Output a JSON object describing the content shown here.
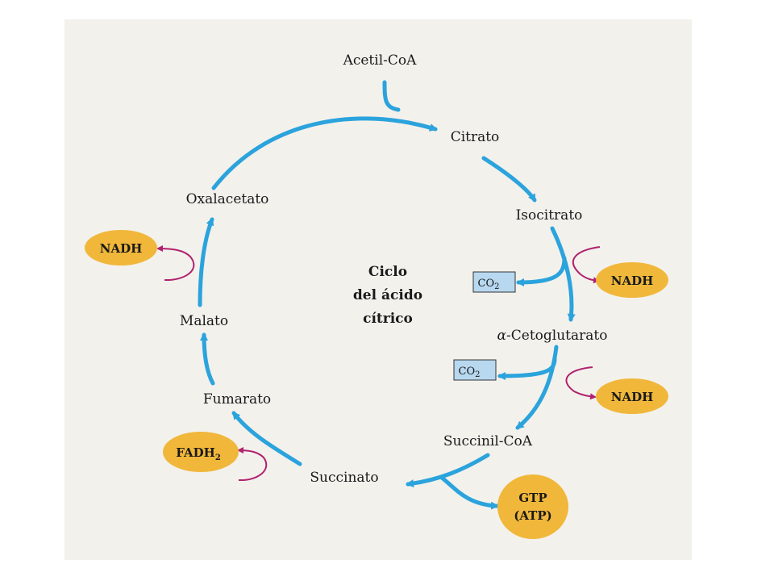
{
  "title_lines": [
    "Ciclo",
    "del ácido",
    "cítrico"
  ],
  "metabolites": {
    "acetilcoa": "Acetil-CoA",
    "citrato": "Citrato",
    "isocitrato": "Isocitrato",
    "alpha": "α",
    "cetoglutarato": "-Cetoglutarato",
    "succinilcoa": "Succinil-CoA",
    "succinato": "Succinato",
    "fumarato": "Fumarato",
    "malato": "Malato",
    "oxalacetato": "Oxalacetato"
  },
  "products": {
    "nadh": "NADH",
    "fadh": "FADH",
    "fadh_sub": "2",
    "co2": "CO",
    "co2_sub": "2",
    "gtp": "GTP",
    "atp": "(ATP)"
  },
  "colors": {
    "arrow": "#2ba3dc",
    "side_arrow": "#b0216e",
    "oval": "#f0b73a",
    "co2_box": "#b8d8f0",
    "panel": "#f3f1ec"
  }
}
